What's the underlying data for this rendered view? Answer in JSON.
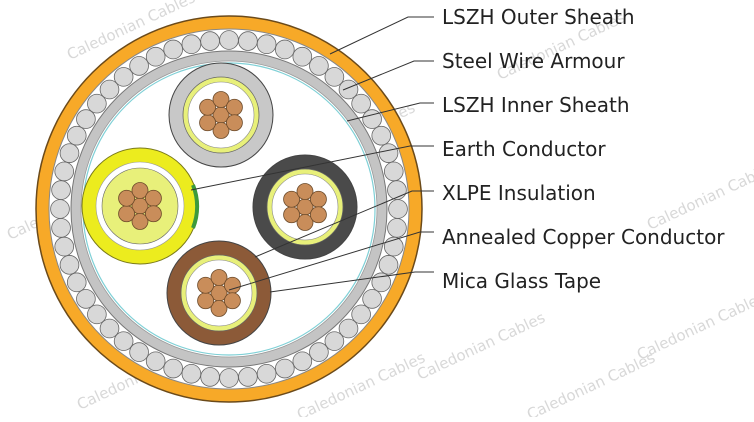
{
  "diagram": {
    "labels": [
      "LSZH Outer Sheath",
      "Steel Wire Armour",
      "LSZH Inner Sheath",
      "Earth Conductor",
      "XLPE Insulation",
      "Annealed Copper Conductor",
      "Mica Glass Tape"
    ],
    "watermark": "Caledonian Cables",
    "colors": {
      "outer_sheath": "#f7a928",
      "armour_wire": "#d8d8d8",
      "inner_sheath": "#c4c4c4",
      "copper": "#c98d5a",
      "mica_tape": "#e8f07a",
      "earth_insulation": "#ecec1e",
      "earth_stripe": "#3c9a3c",
      "core_grey": "#c8c8c8",
      "core_black": "#4a4a4a",
      "core_brown": "#8c5a38",
      "leader_line": "#333333"
    }
  }
}
